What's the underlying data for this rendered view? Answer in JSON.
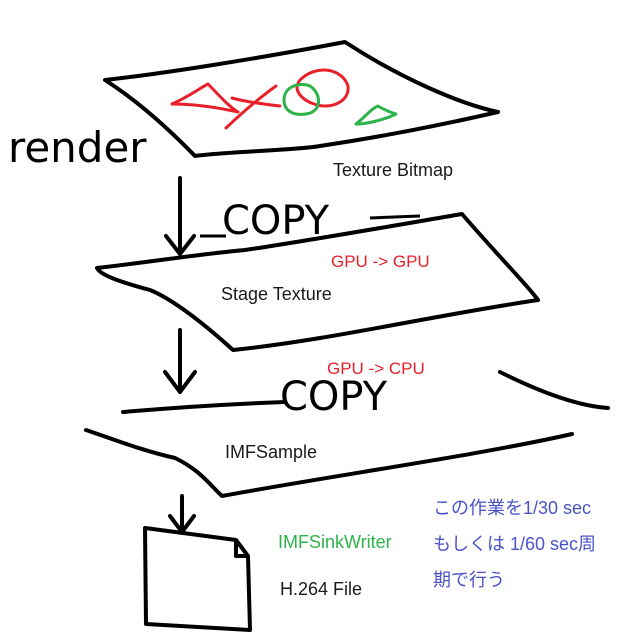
{
  "handwritten": {
    "render": "render",
    "copy_1": "COPY",
    "copy_2": "COPY"
  },
  "labels": {
    "texture_bitmap": "Texture Bitmap",
    "stage_texture": "Stage Texture",
    "imf_sample": "IMFSample",
    "h264_file": "H.264 File"
  },
  "annotations": {
    "gpu_to_gpu": "GPU -> GPU",
    "gpu_to_cpu": "GPU -> CPU",
    "sink_writer": "IMFSinkWriter",
    "note_line1": "この作業を1/30 sec",
    "note_line2": "もしくは 1/60 sec周",
    "note_line3": "期で行う"
  },
  "colors": {
    "ink": "#000000",
    "red": "#e8202a",
    "green": "#2db34a",
    "blue": "#4a52c8"
  }
}
